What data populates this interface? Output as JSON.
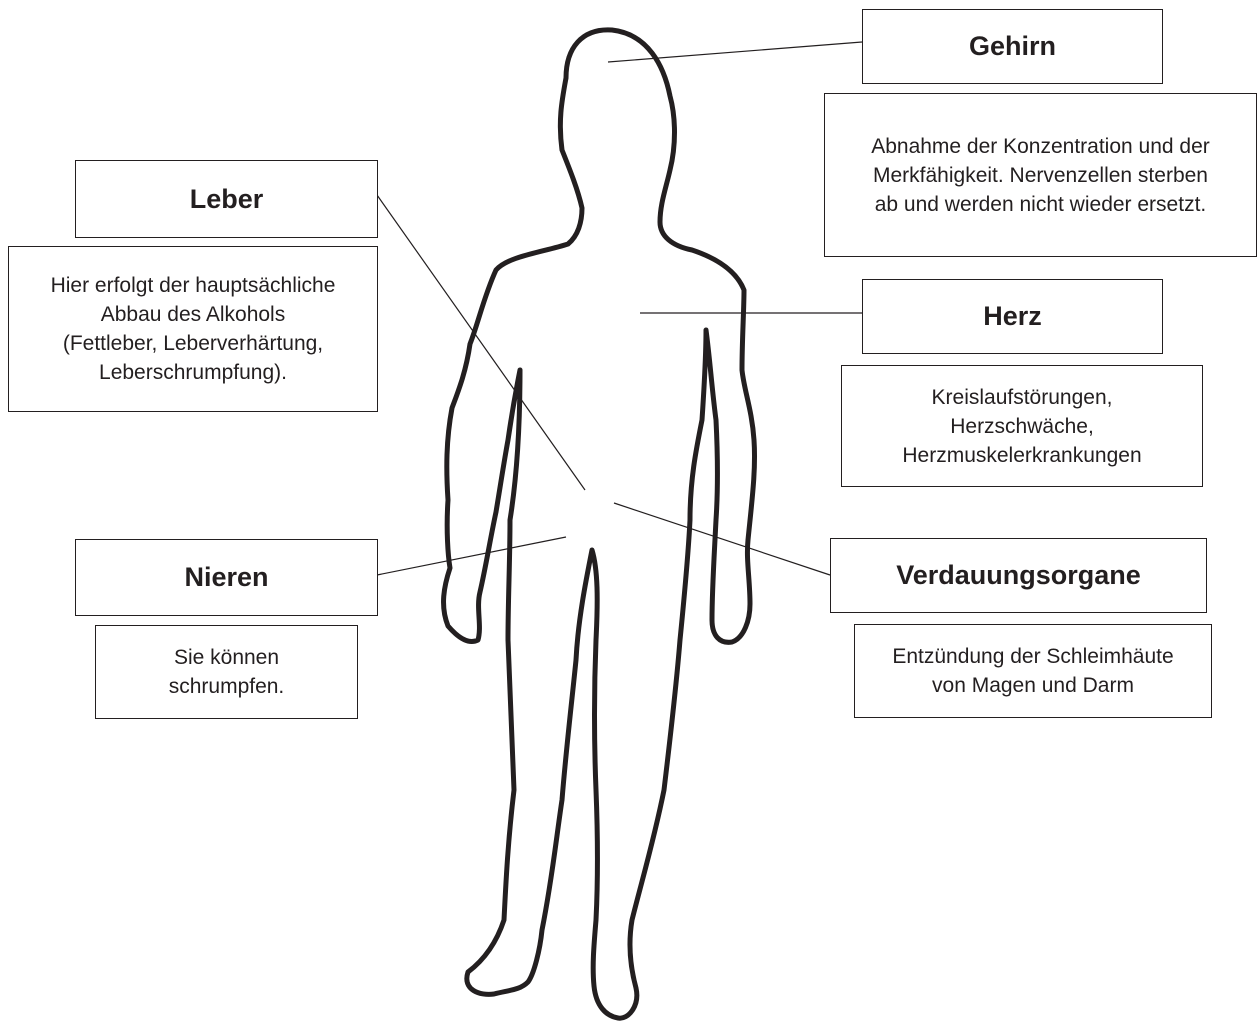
{
  "organs": {
    "gehirn": {
      "title": "Gehirn",
      "lines": [
        "Abnahme der Konzentration und der",
        "Merkfähigkeit. Nervenzellen sterben",
        "ab und werden nicht wieder ersetzt."
      ]
    },
    "leber": {
      "title": "Leber",
      "lines": [
        "Hier erfolgt der hauptsächliche",
        "Abbau des Alkohols",
        "(Fettleber, Leberverhärtung,",
        "Leberschrumpfung)."
      ]
    },
    "herz": {
      "title": "Herz",
      "lines": [
        "Kreislaufstörungen,",
        "Herzschwäche,",
        "Herzmuskelerkrankungen"
      ]
    },
    "nieren": {
      "title": "Nieren",
      "lines": [
        "Sie können",
        "schrumpfen."
      ]
    },
    "verdauung": {
      "title": "Verdauungsorgane",
      "lines": [
        "Entzündung der Schleimhäute",
        "von Magen und Darm"
      ]
    }
  },
  "colors": {
    "outline": "#231f20",
    "background": "#ffffff"
  }
}
